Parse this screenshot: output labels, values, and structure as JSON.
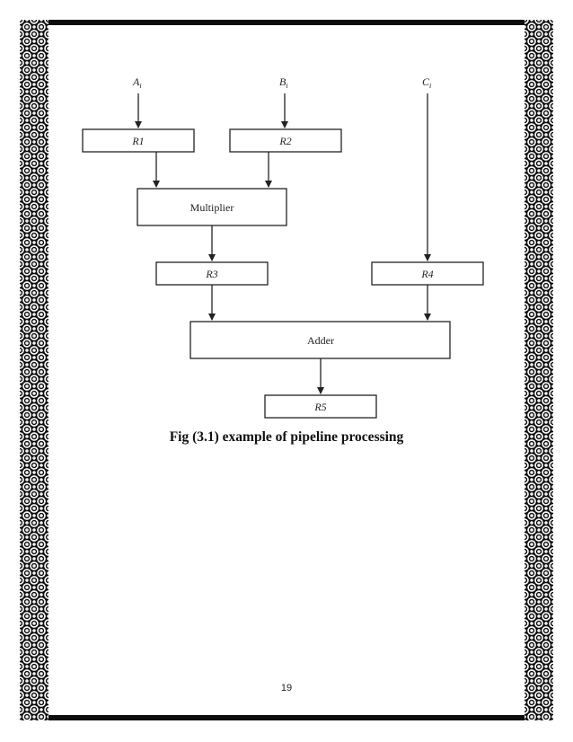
{
  "diagram": {
    "inputs": [
      {
        "id": "A",
        "label": "A",
        "sub": "i"
      },
      {
        "id": "B",
        "label": "B",
        "sub": "i"
      },
      {
        "id": "C",
        "label": "C",
        "sub": "i"
      }
    ],
    "registers": {
      "r1": "R1",
      "r2": "R2",
      "r3": "R3",
      "r4": "R4",
      "r5": "R5"
    },
    "units": {
      "multiplier": "Multiplier",
      "adder": "Adder"
    }
  },
  "caption": "Fig (3.1) example of pipeline processing",
  "page_number": "19"
}
